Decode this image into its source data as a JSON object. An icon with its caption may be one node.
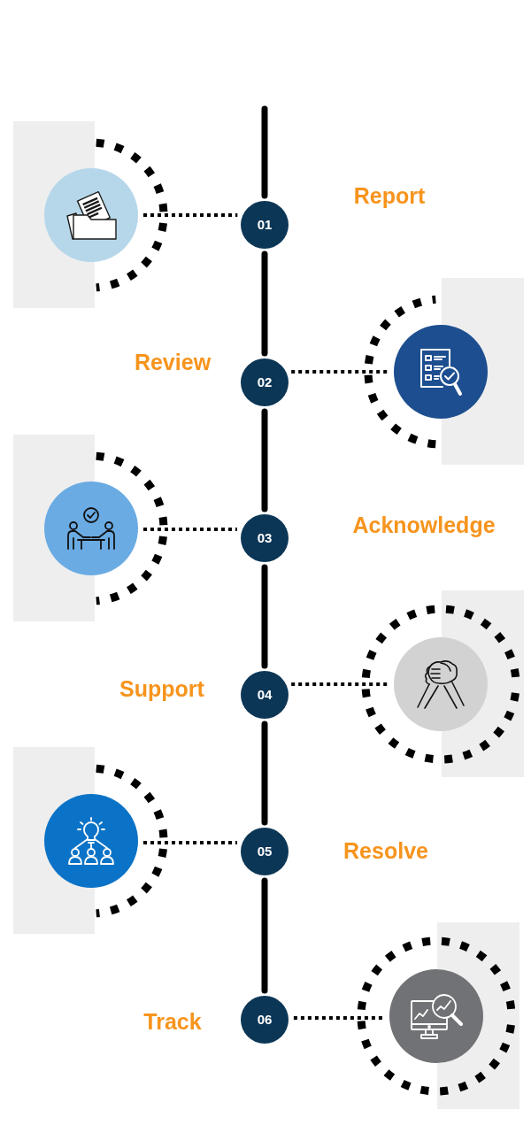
{
  "diagram": {
    "nodes": [
      {
        "text": [],
        "shape": "circle"
      },
      {
        "text": [
          "01"
        ],
        "beside": [
          "Report"
        ]
      },
      {
        "text": [
          "02"
        ],
        "beside": [
          "Review"
        ]
      },
      {
        "text": [],
        "shape": "circle"
      },
      {
        "text": [],
        "shape": "circle"
      },
      {
        "text": [
          "03"
        ],
        "beside": [
          "Acknowledge"
        ]
      },
      {
        "text": [
          "04"
        ],
        "beside": [
          "Support"
        ]
      },
      {
        "text": [],
        "shape": "circle"
      },
      {
        "text": [],
        "shape": "circle"
      },
      {
        "text": [
          "05"
        ],
        "beside": [
          "Resolve"
        ]
      },
      {
        "text": [
          "06"
        ],
        "beside": [
          "Track"
        ]
      },
      {
        "text": [],
        "shape": "circle"
      }
    ],
    "edges": [
      {
        "from": null,
        "to": 1,
        "arrow": "none"
      },
      {
        "from": 0,
        "to": 1,
        "arrow": "none",
        "style": "dashed"
      },
      {
        "from": 1,
        "to": 2,
        "arrow": "none"
      },
      {
        "from": 2,
        "to": 3,
        "arrow": "none",
        "style": "dashed"
      },
      {
        "from": 2,
        "to": 5,
        "arrow": "none"
      },
      {
        "from": 4,
        "to": 5,
        "arrow": "none",
        "style": "dashed"
      },
      {
        "from": 5,
        "to": 6,
        "arrow": "none"
      },
      {
        "from": 6,
        "to": 7,
        "arrow": "none",
        "style": "dashed"
      },
      {
        "from": 6,
        "to": 9,
        "arrow": "none"
      },
      {
        "from": 8,
        "to": 9,
        "arrow": "none",
        "style": "dashed"
      },
      {
        "from": 9,
        "to": 10,
        "arrow": "none"
      },
      {
        "from": 10,
        "to": 11,
        "arrow": "none",
        "style": "dashed"
      }
    ]
  }
}
